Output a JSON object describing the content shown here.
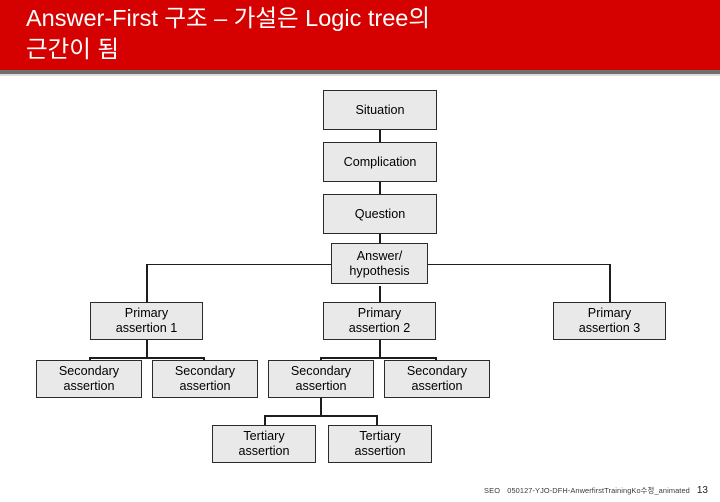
{
  "slide": {
    "title": "Answer-First 구조 – 가설은 Logic tree의\n근간이 됨",
    "accent_color": "#d50000",
    "title_text_color": "#ffffff",
    "node_fill_color": "#e9e9e9",
    "node_border_color": "#2b2b2b",
    "background_color": "#ffffff"
  },
  "diagram": {
    "type": "tree",
    "nodes": {
      "situation": "Situation",
      "complication": "Complication",
      "question": "Question",
      "answer": "Answer/\nhypothesis",
      "primary_1": "Primary\nassertion 1",
      "primary_2": "Primary\nassertion 2",
      "primary_3": "Primary\nassertion 3",
      "secondary_1": "Secondary\nassertion",
      "secondary_2": "Secondary\nassertion",
      "secondary_3": "Secondary\nassertion",
      "secondary_4": "Secondary\nassertion",
      "tertiary_1": "Tertiary\nassertion",
      "tertiary_2": "Tertiary\nassertion"
    }
  },
  "footer": {
    "owner": "SEO",
    "document": "050127-YJO-DFH-AnwerfirstTrainingKo수정_animated",
    "page_number": "13"
  }
}
